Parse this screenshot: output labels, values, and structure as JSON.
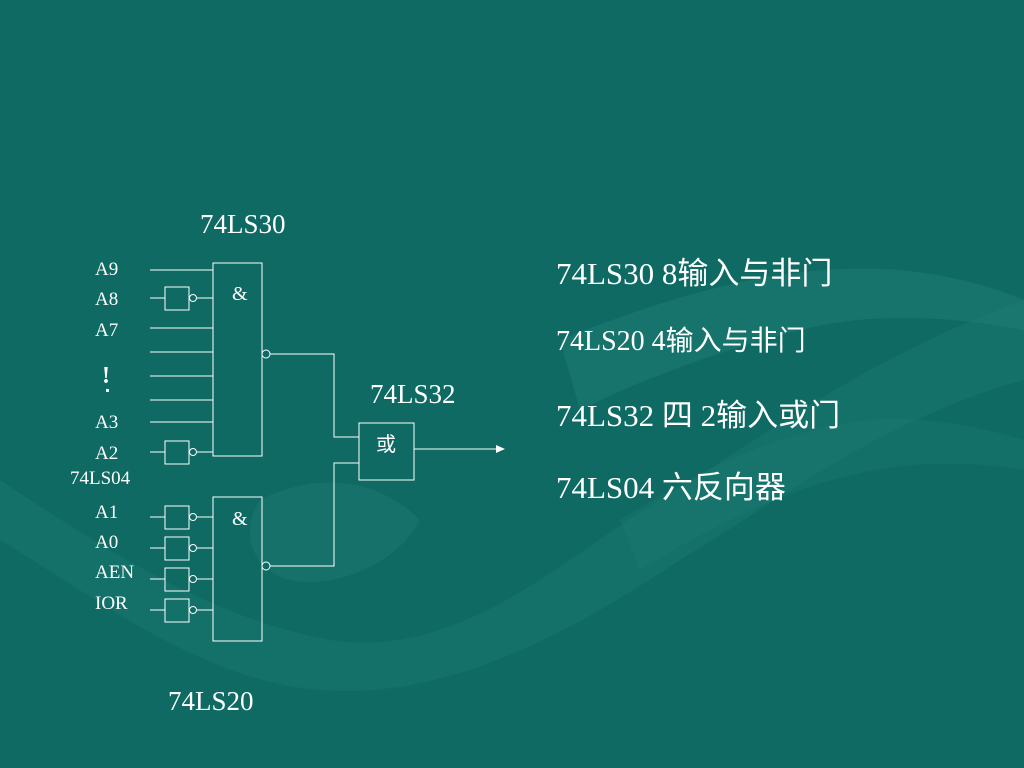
{
  "diagram": {
    "chip_labels": {
      "nand8": "74LS30",
      "nand4": "74LS20",
      "or2": "74LS32",
      "inverter": "74LS04"
    },
    "gate_symbols": {
      "and": "&",
      "or": "或"
    },
    "inputs_top": [
      "A9",
      "A8",
      "A7",
      "A3",
      "A2"
    ],
    "inputs_bottom": [
      "A1",
      "A0",
      "AEN",
      "IOR"
    ],
    "ellipsis": "!"
  },
  "legend": {
    "lines": [
      "74LS30  8输入与非门",
      "74LS20  4输入与非门",
      "74LS32 四 2输入或门",
      "74LS04 六反向器"
    ]
  },
  "colors": {
    "background": "#0e6a63",
    "foreground": "#ffffff"
  }
}
